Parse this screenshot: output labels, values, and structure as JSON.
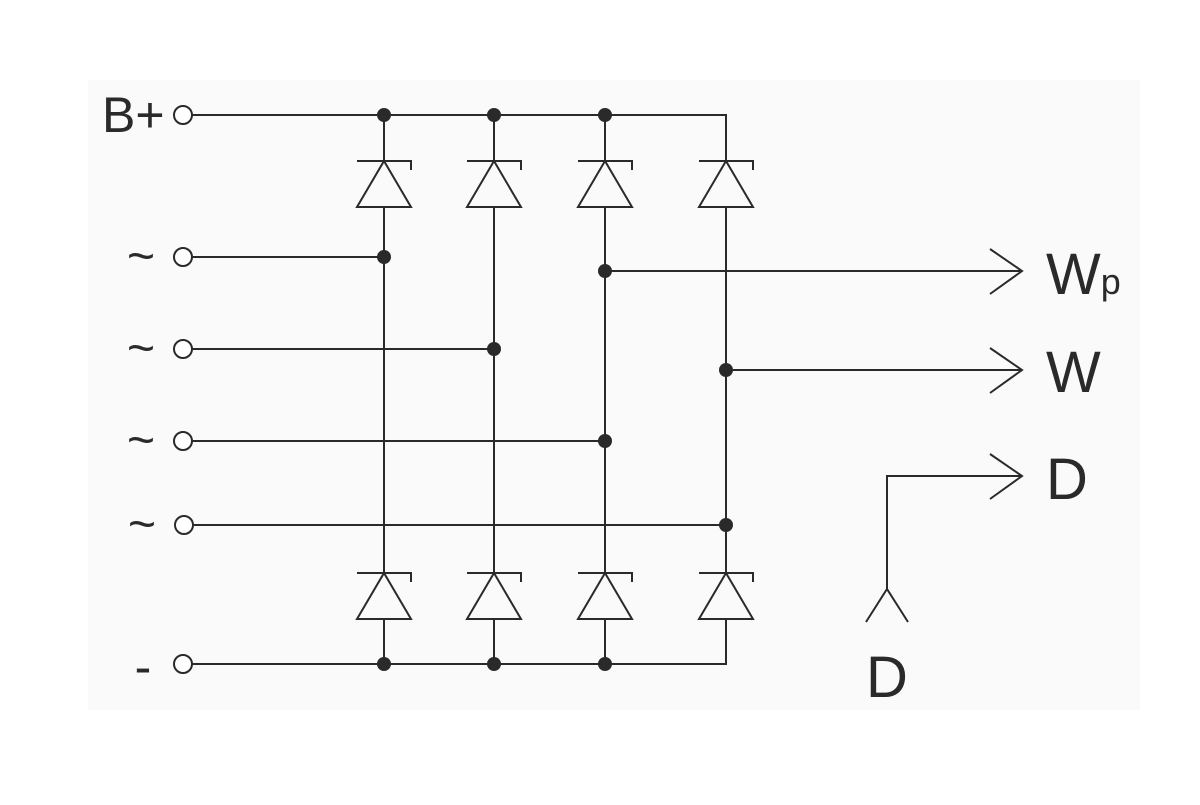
{
  "colors": {
    "ink": "#2a2a2a",
    "panel": "#fafafa",
    "background": "#ffffff"
  },
  "terminals": {
    "b_plus": "B+",
    "ac": [
      "~",
      "~",
      "~",
      "~"
    ],
    "minus": "-"
  },
  "outputs": {
    "wp_main": "W",
    "wp_sub": "p",
    "w": "W",
    "d": "D"
  },
  "d_input": "D"
}
